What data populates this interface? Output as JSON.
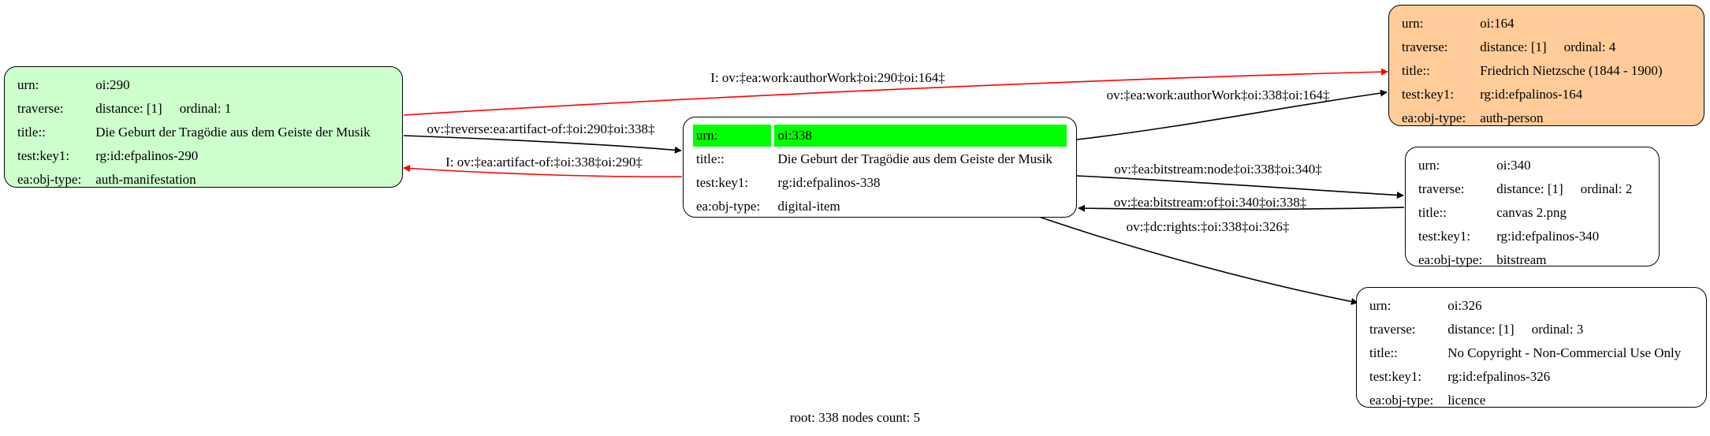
{
  "colors": {
    "manifestation_fill": "#ccffcc",
    "person_fill": "#ffcc99",
    "root_highlight": "#00ff00",
    "default_fill": "#ffffff",
    "edge_red": "#ff0000",
    "edge_black": "#000000"
  },
  "nodes": {
    "n290": {
      "urn_label": "urn:",
      "urn": "oi:290",
      "traverse_label": "traverse:",
      "distance": "distance: [1]",
      "ordinal": "ordinal: 1",
      "title_label": "title::",
      "title": "Die Geburt der Tragödie aus dem Geiste der Musik",
      "key_label": "test:key1:",
      "key": "rg:id:efpalinos-290",
      "type_label": "ea:obj-type:",
      "type": "auth-manifestation"
    },
    "n338": {
      "urn_label": "urn:",
      "urn": "oi:338",
      "title_label": "title::",
      "title": "Die Geburt der Tragödie aus dem Geiste der Musik",
      "key_label": "test:key1:",
      "key": "rg:id:efpalinos-338",
      "type_label": "ea:obj-type:",
      "type": "digital-item"
    },
    "n164": {
      "urn_label": "urn:",
      "urn": "oi:164",
      "traverse_label": "traverse:",
      "distance": "distance: [1]",
      "ordinal": "ordinal: 4",
      "title_label": "title::",
      "title": "Friedrich Nietzsche (1844 - 1900)",
      "key_label": "test:key1:",
      "key": "rg:id:efpalinos-164",
      "type_label": "ea:obj-type:",
      "type": "auth-person"
    },
    "n340": {
      "urn_label": "urn:",
      "urn": "oi:340",
      "traverse_label": "traverse:",
      "distance": "distance: [1]",
      "ordinal": "ordinal: 2",
      "title_label": "title::",
      "title": "canvas 2.png",
      "key_label": "test:key1:",
      "key": "rg:id:efpalinos-340",
      "type_label": "ea:obj-type:",
      "type": "bitstream"
    },
    "n326": {
      "urn_label": "urn:",
      "urn": "oi:326",
      "traverse_label": "traverse:",
      "distance": "distance: [1]",
      "ordinal": "ordinal: 3",
      "title_label": "title::",
      "title": "No Copyright - Non-Commercial Use Only",
      "key_label": "test:key1:",
      "key": "rg:id:efpalinos-326",
      "type_label": "ea:obj-type:",
      "type": "licence"
    }
  },
  "edges": {
    "e290_164": "I: ov:‡ea:work:authorWork‡oi:290‡oi:164‡",
    "e338_164": "ov:‡ea:work:authorWork‡oi:338‡oi:164‡",
    "e290_338": "ov:‡reverse:ea:artifact-of:‡oi:290‡oi:338‡",
    "e338_290": "I: ov:‡ea:artifact-of:‡oi:338‡oi:290‡",
    "e338_340": "ov:‡ea:bitstream:node‡oi:338‡oi:340‡",
    "e340_338": "ov:‡ea:bitstream:of‡oi:340‡oi:338‡",
    "e338_326": "ov:‡dc:rights:‡oi:338‡oi:326‡"
  },
  "footer": "root: 338 nodes count: 5"
}
